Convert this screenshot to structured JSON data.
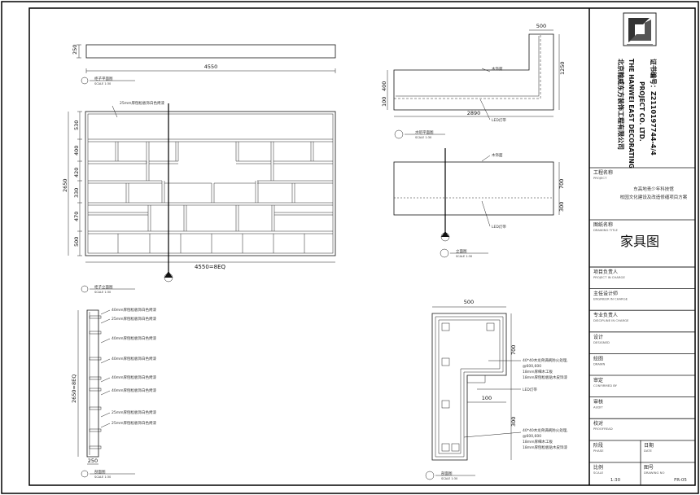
{
  "company": {
    "name_cn": "北京翰威东方装饰工程有限公司",
    "name_en_1": "THE HANWEI EAST DECORATING",
    "name_en_2": "PROJECT CO. LTD.",
    "cert": "证书编号：Z2110197744-4/4"
  },
  "title_block": {
    "project_label": "工程名称",
    "project_label_en": "PROJECT",
    "project_line1": "东高地青少年科技馆",
    "project_line2": "校园文化建设及改造修缮项目方案",
    "drawing_title_label": "图纸名称",
    "drawing_title_label_en": "DRAWING TITLE",
    "drawing_title": "家具图",
    "rows": [
      {
        "cn": "项目负责人",
        "en": "PROJECT IN CHARGE"
      },
      {
        "cn": "主任设计师",
        "en": "ENGINEER IN CHARGE"
      },
      {
        "cn": "专业负责人",
        "en": "DISCIPLINE IN CHARGE"
      },
      {
        "cn": "设计",
        "en": "DESIGNED"
      },
      {
        "cn": "绘图",
        "en": "DRAWN"
      },
      {
        "cn": "审定",
        "en": "CONFIRMED BY"
      },
      {
        "cn": "审核",
        "en": "AUDIT"
      },
      {
        "cn": "校对",
        "en": "PROOFREAD"
      }
    ],
    "phase_label": "阶段",
    "phase_label_en": "PHASE",
    "date_label": "日期",
    "date_label_en": "DATE",
    "scale_label": "比例",
    "scale_label_en": "SCALE",
    "scale_value": "1:30",
    "drawing_no_label": "图号",
    "drawing_no_label_en": "DRAWING NO",
    "drawing_no": "FR-05"
  },
  "drawing": {
    "top_plan": {
      "dim_left": "250",
      "dim_bottom": "4550",
      "title": "柜子平面图"
    },
    "elevation": {
      "note": "25mm厚刨松板饰白色烤漆",
      "dims_left": [
        "530",
        "400",
        "420",
        "330",
        "470",
        "500"
      ],
      "dim_total": "2650",
      "dim_bottom": "4550=8EQ",
      "title": "柜子立面图"
    },
    "side_section": {
      "notes": [
        "40mm厚刨松板饰白色烤漆",
        "25mm厚刨松板饰白色烤漆",
        "40mm厚刨松板饰白色烤漆",
        "40mm厚刨松板饰白色烤漆",
        "40mm厚刨松板饰白色烤漆",
        "40mm厚刨松板饰白色烤漆",
        "25mm厚刨松板饰白色烤漆",
        "25mm厚刨松板饰白色烤漆"
      ],
      "dim_height": "2650=8EQ",
      "dim_bottom": "250",
      "title": "剖面图"
    },
    "bar_plan": {
      "dim_top": "500",
      "dim_right": "1250",
      "dim_left_a": "400",
      "dim_left_b": "100",
      "dim_bottom": "2890",
      "note_top": "木饰面",
      "note_bottom": "LED灯带",
      "title": "水吧平面图"
    },
    "bar_elev": {
      "note_top": "木饰面",
      "note_bottom": "LED灯带",
      "dim_a": "700",
      "dim_b": "300",
      "title": "立面图"
    },
    "bar_section": {
      "dim_top": "500",
      "dim_mid": "100",
      "dim_a": "700",
      "dim_b": "300",
      "note1": "40*40木龙骨满刷防火处理,",
      "note1b": "@600,600",
      "note2": "18mm厚细木工板",
      "note3": "18mm厚刨松板贴木皮饰漆",
      "note_led": "LED灯带",
      "note4": "40*40木龙骨满刷防火处理,",
      "note4b": "@600,600",
      "note5": "18mm厚细木工板",
      "note6": "18mm厚刨松板贴木皮饰漆",
      "title": "剖面图"
    },
    "scale_note": "SCALE 1:30"
  }
}
